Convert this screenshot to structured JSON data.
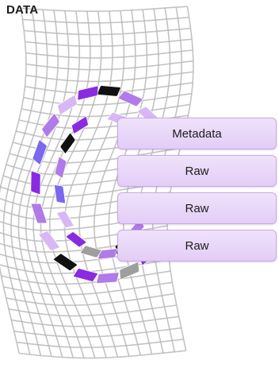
{
  "title": "DATA",
  "labels": [
    "Metadata",
    "Raw",
    "Raw",
    "Raw"
  ],
  "colors": {
    "grid": "#b9b9b9",
    "block_palette": [
      "#8a2be2",
      "#b07ae8",
      "#d7b7f5",
      "#111111",
      "#9e9e9e",
      "#7b68ee"
    ],
    "box_fill": "#e8d6f8",
    "box_border": "#c9a8e6"
  }
}
